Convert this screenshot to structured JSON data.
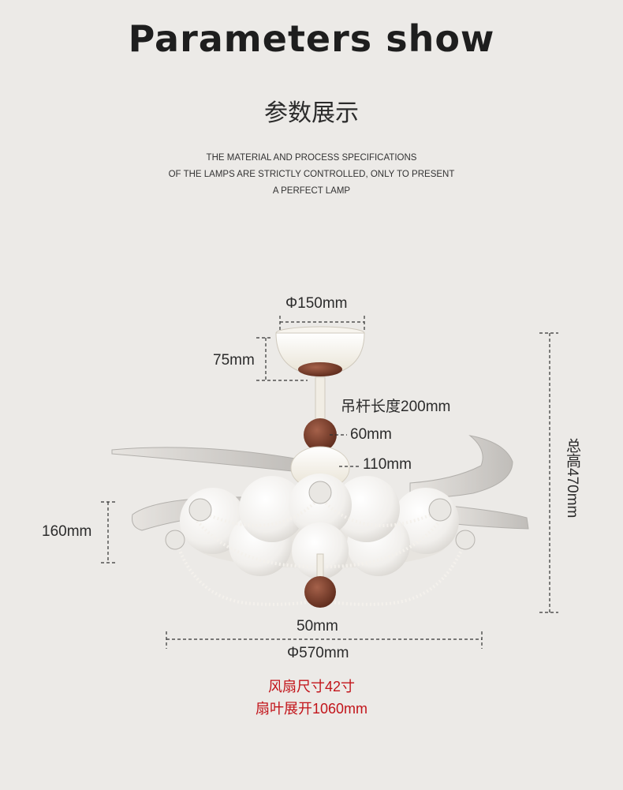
{
  "header": {
    "title": "Parameters show",
    "subtitle": "参数展示",
    "description_lines": [
      "THE MATERIAL AND PROCESS SPECIFICATIONS",
      "OF THE LAMPS ARE STRICTLY CONTROLLED, ONLY TO PRESENT",
      "A PERFECT LAMP"
    ]
  },
  "dimensions": {
    "canopy_diameter": "Φ150mm",
    "canopy_height": "75mm",
    "rod_length": "吊杆长度200mm",
    "upper_ball": "60mm",
    "middle_ball": "110mm",
    "body_height": "160mm",
    "bottom_ball": "50mm",
    "body_diameter": "Φ570mm",
    "total_height": "总高470mm"
  },
  "specs": {
    "fan_size": "风扇尺寸42寸",
    "blade_span": "扇叶展开1060mm"
  },
  "colors": {
    "background": "#eceae7",
    "accent_red": "#c2141a",
    "wood": "#7a3e2b",
    "cream": "#f3efe6"
  }
}
